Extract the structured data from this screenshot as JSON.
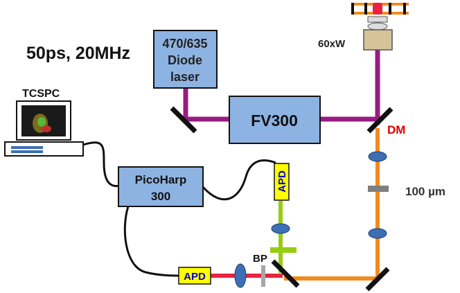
{
  "header": {
    "title": "50ps, 20MHz"
  },
  "components": {
    "laser": {
      "line1": "470/635",
      "line2": "Diode",
      "line3": "laser"
    },
    "scanner": {
      "label": "FV300"
    },
    "objective": {
      "label": "60xW"
    },
    "dichroic": {
      "label": "DM"
    },
    "pinhole": {
      "label": "100 µm"
    },
    "computer": {
      "label": "TCSPC"
    },
    "picoharp": {
      "line1": "PicoHarp",
      "line2": "300"
    },
    "apd_vertical": {
      "label": "APD"
    },
    "apd_horizontal": {
      "label": "APD"
    },
    "bandpass": {
      "label": "BP"
    }
  },
  "colors": {
    "excitation_path": "#9b1a82",
    "emission_path": "#f28a1d",
    "green_path": "#96cd14",
    "red_path": "#e8233f",
    "box_fill": "#8db3e2",
    "apd_fill": "#ffff00",
    "apd_text": "#0000cc",
    "dm_text": "#e00000",
    "lens_fill": "#3d6fb5"
  }
}
